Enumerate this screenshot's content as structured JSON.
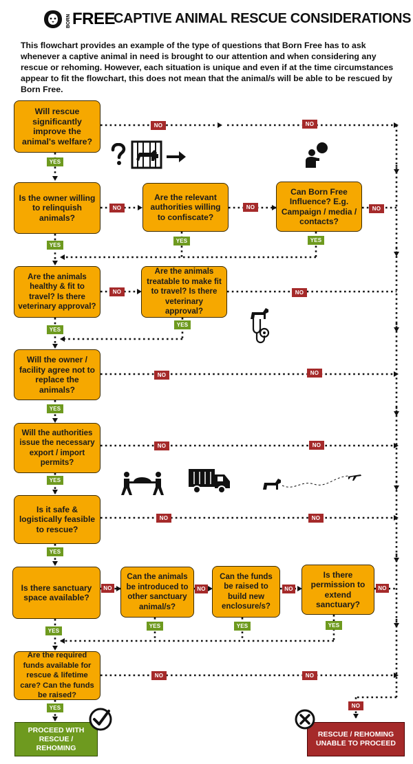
{
  "header": {
    "logo_top": "BORN",
    "logo_bottom": "FREE",
    "title": "CAPTIVE ANIMAL RESCUE CONSIDERATIONS"
  },
  "intro": "This flowchart provides an example of the type of questions that Born Free has to ask whenever a captive animal in need is brought to our attention and when considering any rescue or rehoming.  However, each situation is unique and even if at the time circumstances appear to fit the flowchart, this does not mean that the animal/s will be able to be rescued by Born Free.",
  "labels": {
    "yes": "YES",
    "no": "NO"
  },
  "questions": {
    "q1": "Will rescue significantly improve the animal's welfare?",
    "q2": "Is the owner willing to relinquish  animals?",
    "q2b": "Are the relevant authorities willing to confiscate?",
    "q2c": "Can Born Free Influence? E.g. Campaign / media / contacts?",
    "q3": "Are the animals healthy & fit to travel? Is there veterinary approval?",
    "q3b": "Are the animals treatable to make fit to travel? Is there veterinary approval?",
    "q4": "Will the owner / facility agree not to replace the animals?",
    "q5": "Will the authorities issue the necessary export / import permits?",
    "q6": "Is it safe & logistically feasible to rescue?",
    "q7": "Is there sanctuary space available?",
    "q7b": "Can the animals be introduced to other sanctuary animal/s?",
    "q7c": "Can the funds be raised to build new enclosure/s?",
    "q7d": "Is there permission to extend sanctuary?",
    "q8": "Are the required funds available for rescue & lifetime care? Can the funds be raised?"
  },
  "outcomes": {
    "proceed": "PROCEED WITH RESCUE / REHOMING",
    "unable": "RESCUE / REHOMING UNABLE TO PROCEED"
  },
  "icons": [
    "question-mark-icon",
    "caged-animal-icon",
    "arrow-right-icon",
    "speaker-icon",
    "dog-icon",
    "stethoscope-icon",
    "stretcher-carriers-icon",
    "truck-icon",
    "dog-travel-icon",
    "airplane-icon",
    "checkmark-icon",
    "cross-icon"
  ],
  "colors": {
    "box": "#F6A800",
    "no": "#A52A2A",
    "yes": "#6E9A1F",
    "proceed": "#6E9A1F",
    "unable": "#A52A2A"
  }
}
